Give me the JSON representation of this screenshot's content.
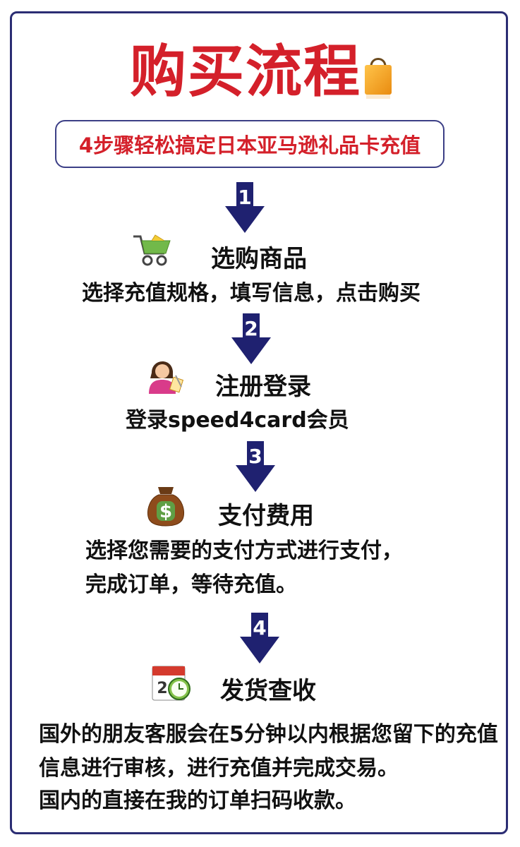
{
  "header": {
    "title": "购买流程",
    "subtitle": "4步骤轻松搞定日本亚马逊礼品卡充值"
  },
  "steps": [
    {
      "number": "1",
      "icon": "shopping-cart-icon",
      "title": "选购商品",
      "lines": [
        "选择充值规格，填写信息，点击购买"
      ]
    },
    {
      "number": "2",
      "icon": "user-register-icon",
      "title": "注册登录",
      "lines": [
        "登录speed4card会员"
      ]
    },
    {
      "number": "3",
      "icon": "money-bag-icon",
      "title": "支付费用",
      "lines": [
        "选择您需要的支付方式进行支付，",
        "完成订单，等待充值。"
      ]
    },
    {
      "number": "4",
      "icon": "calendar-clock-icon",
      "title": "发货查收",
      "lines": [
        "国外的朋友客服会在5分钟以内根据您留下的充值",
        "信息进行审核，进行充值并完成交易。",
        "国内的直接在我的订单扫码收款。"
      ]
    }
  ],
  "colors": {
    "title_red": "#d4202a",
    "arrow_navy": "#1f2170",
    "frame_navy": "#2b2d73"
  }
}
